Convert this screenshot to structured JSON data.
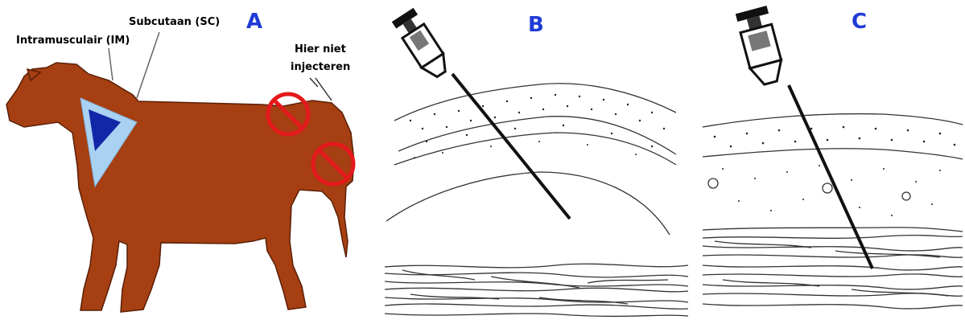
{
  "panels": {
    "a": {
      "letter": "A",
      "labels": {
        "subcutaneous": "Subcutaan (SC)",
        "intramuscular": "Intramusculair (IM)",
        "no_inject_line1": "Hier niet",
        "no_inject_line2": "injecteren"
      }
    },
    "b": {
      "letter": "B"
    },
    "c": {
      "letter": "C"
    }
  },
  "colors": {
    "letters": "#1f3bd6",
    "cow_body": "#a63f12",
    "injection_zone_outer": "#a9d1f2",
    "injection_zone_inner": "#1227a8",
    "prohibited_sign": "#e3191b"
  },
  "icons": [
    "prohibited-sign-icon",
    "syringe-icon",
    "needle-icon"
  ]
}
